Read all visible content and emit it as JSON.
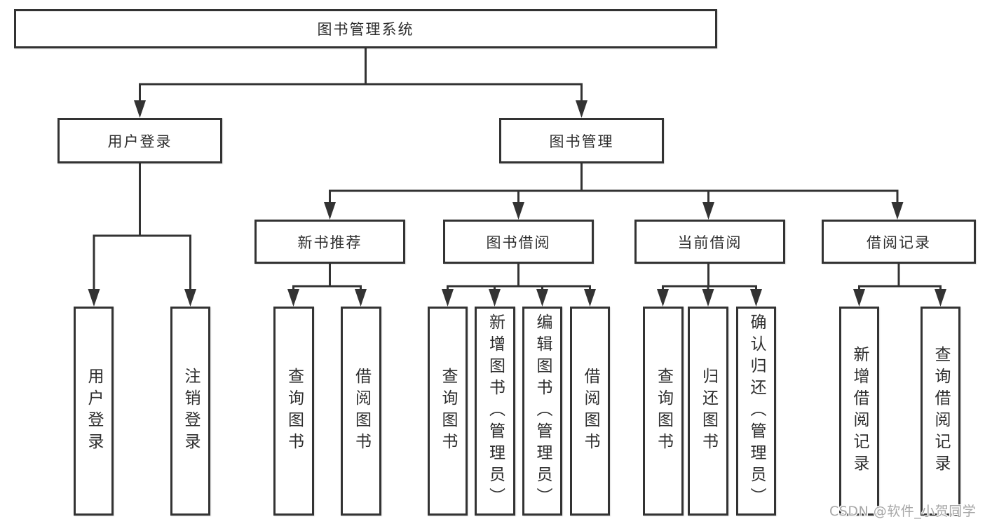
{
  "tree": {
    "label": "图书管理系统",
    "children": [
      {
        "label": "用户登录",
        "children": [
          {
            "label": "用户登录"
          },
          {
            "label": "注销登录"
          }
        ]
      },
      {
        "label": "图书管理",
        "children": [
          {
            "label": "新书推荐",
            "children": [
              {
                "label": "查询图书"
              },
              {
                "label": "借阅图书"
              }
            ]
          },
          {
            "label": "图书借阅",
            "children": [
              {
                "label": "查询图书"
              },
              {
                "label": "新增图书（管理员）"
              },
              {
                "label": "编辑图书（管理员）"
              },
              {
                "label": "借阅图书"
              }
            ]
          },
          {
            "label": "当前借阅",
            "children": [
              {
                "label": "查询图书"
              },
              {
                "label": "归还图书"
              },
              {
                "label": "确认归还（管理员）"
              }
            ]
          },
          {
            "label": "借阅记录",
            "children": [
              {
                "label": "新增借阅记录"
              },
              {
                "label": "查询借阅记录"
              }
            ]
          }
        ]
      }
    ]
  },
  "watermark": {
    "text": "CSDN @软件_小贺同学"
  },
  "colors": {
    "line": "#333333",
    "box_border": "#333333",
    "text": "#2e2e2e",
    "watermark": "#a6a6a6",
    "background": "#ffffff"
  }
}
